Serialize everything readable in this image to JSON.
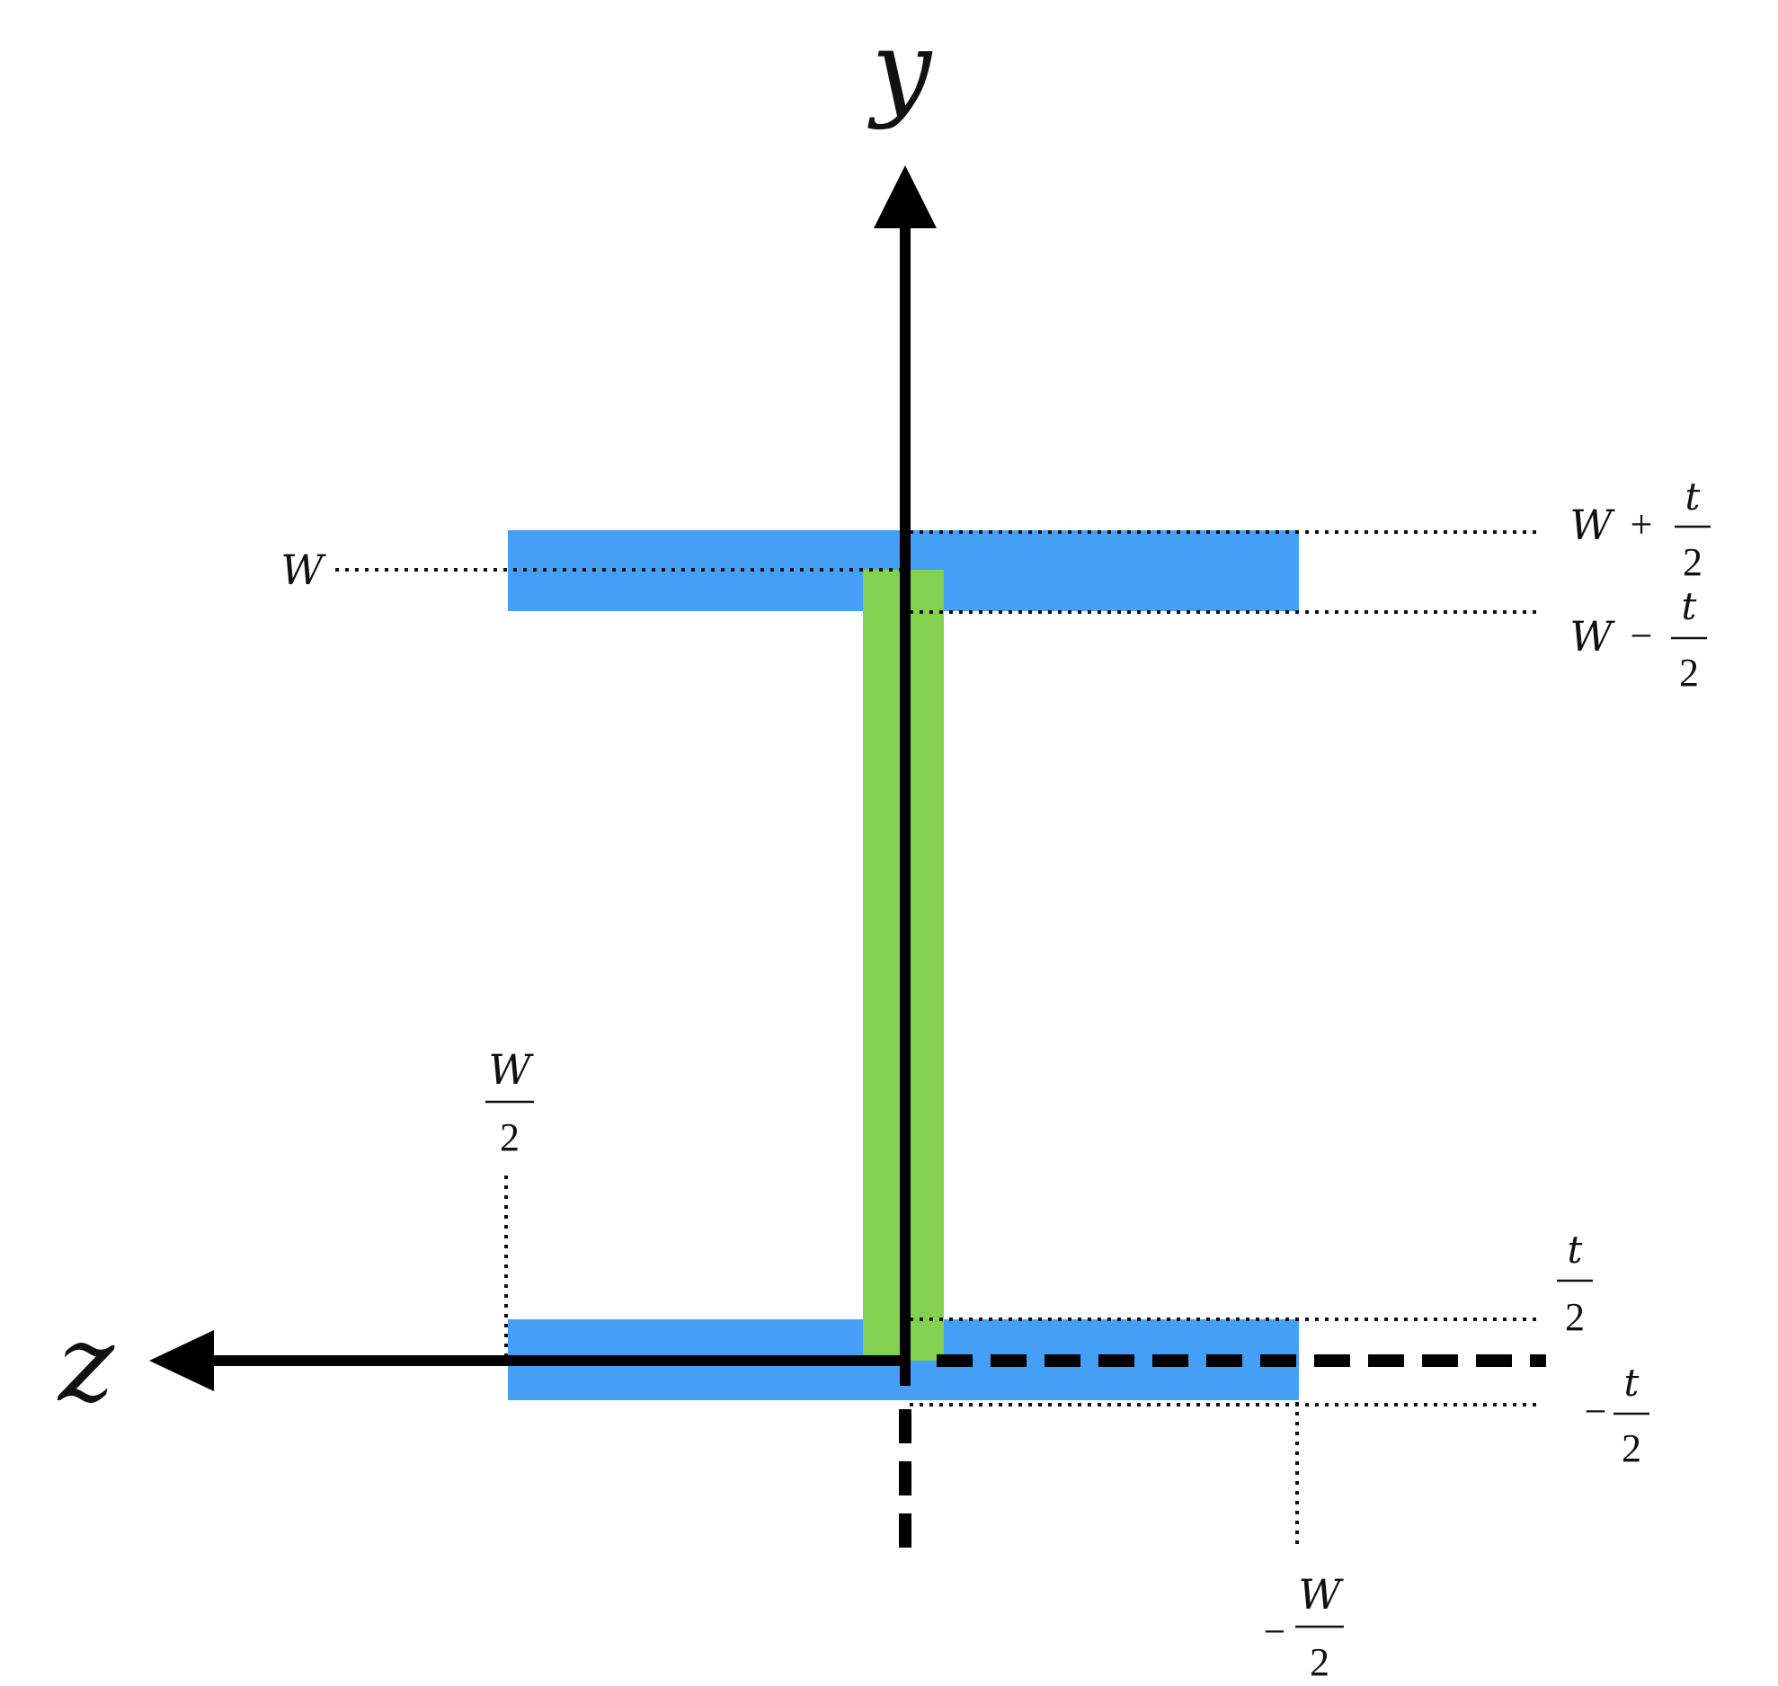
{
  "axes": {
    "vertical": "y",
    "horizontal": "z"
  },
  "labels": {
    "w_left": "W",
    "w_plus_half_t": {
      "lhs": "W",
      "op": "+",
      "num": "t",
      "den": "2"
    },
    "w_minus_half_t": {
      "lhs": "W",
      "op": "−",
      "num": "t",
      "den": "2"
    },
    "w_half": {
      "num": "W",
      "den": "2"
    },
    "t_half": {
      "num": "t",
      "den": "2"
    },
    "neg_t_half": {
      "sign": "−",
      "num": "t",
      "den": "2"
    },
    "neg_w_half": {
      "sign": "−",
      "num": "W",
      "den": "2"
    }
  },
  "colors": {
    "flange": "#459ff5",
    "web": "#84d151",
    "axis": "#000000"
  }
}
